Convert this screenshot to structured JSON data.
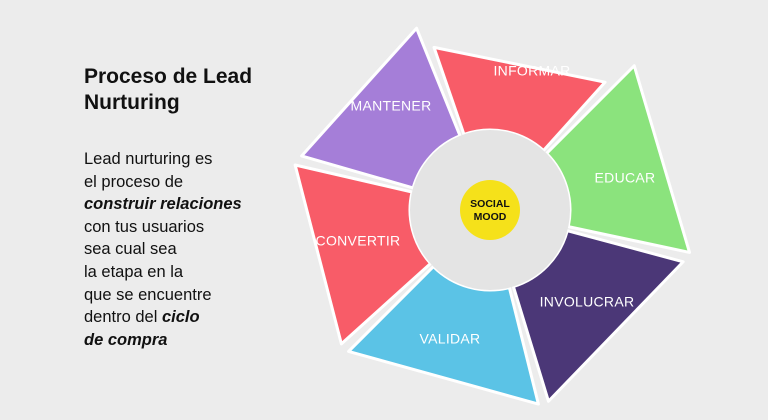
{
  "title": {
    "line1": "Proceso de Lead",
    "line2": "Nurturing"
  },
  "description": {
    "l1": "Lead nurturing es",
    "l2": "el proceso de",
    "l3_em": "construir relaciones",
    "l4": "con tus usuarios",
    "l5": "sea cual sea",
    "l6": "la etapa en la",
    "l7": "que se encuentre",
    "l8_pre": "dentro del ",
    "l8_em": "ciclo",
    "l9_em": "de compra"
  },
  "logo": {
    "line1": "SOCIAL",
    "line2": "MOOD",
    "color": "#f5e11a"
  },
  "segments": [
    {
      "label": "INFORMAR",
      "color": "#f85c68",
      "text_color": "#ffffff"
    },
    {
      "label": "EDUCAR",
      "color": "#8be37d",
      "text_color": "#ffffff"
    },
    {
      "label": "INVOLUCRAR",
      "color": "#4b3777",
      "text_color": "#ffffff"
    },
    {
      "label": "VALIDAR",
      "color": "#5bc3e6",
      "text_color": "#ffffff"
    },
    {
      "label": "CONVERTIR",
      "color": "#f85c68",
      "text_color": "#ffffff"
    },
    {
      "label": "MANTENER",
      "color": "#a57ed8",
      "text_color": "#ffffff"
    }
  ]
}
